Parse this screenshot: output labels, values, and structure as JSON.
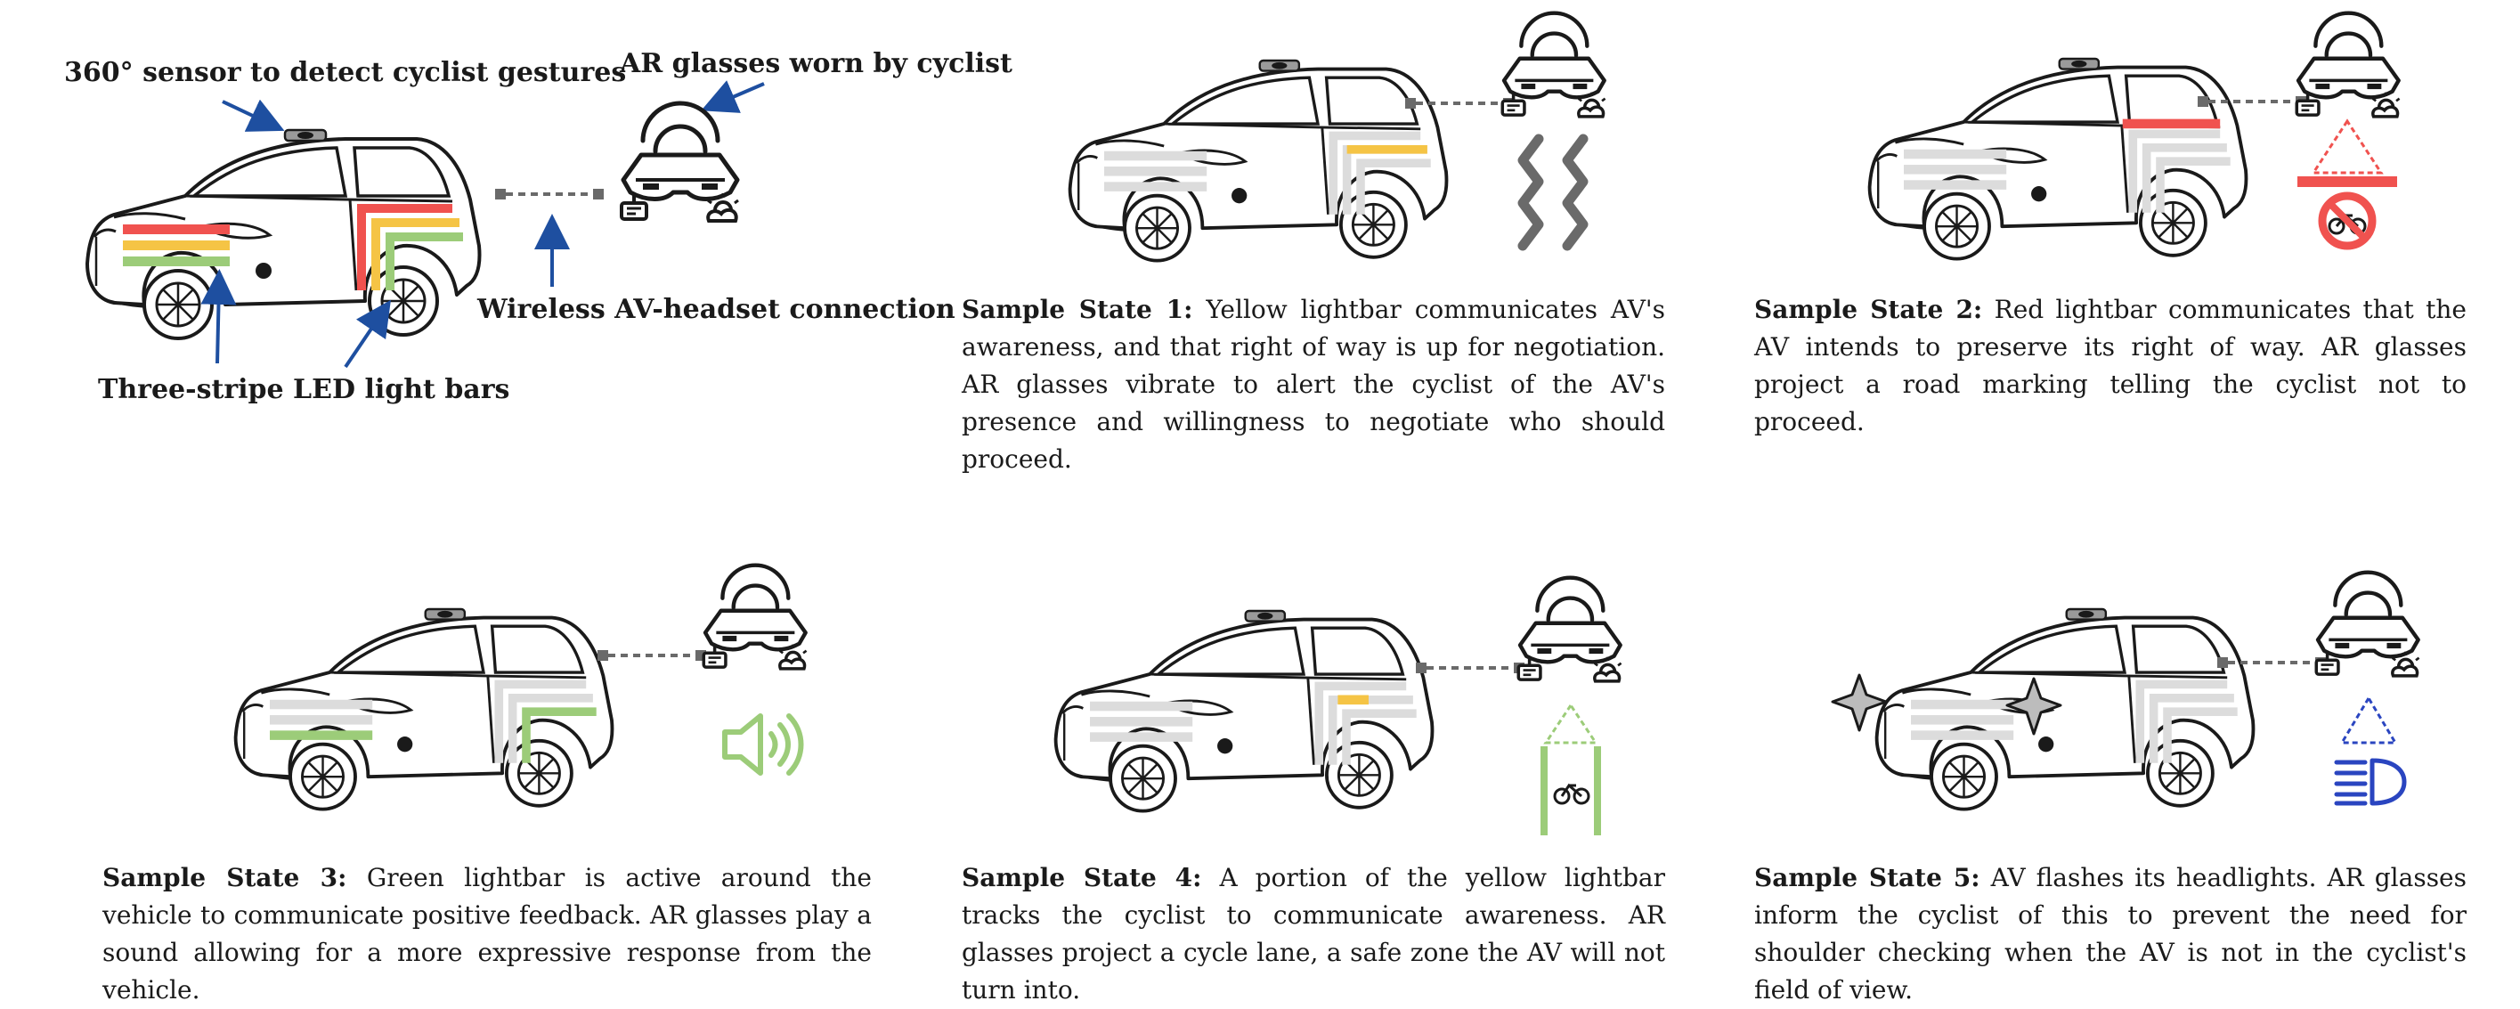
{
  "overview": {
    "label_sensor": "360° sensor to detect cyclist gestures",
    "label_glasses": "AR glasses worn by cyclist",
    "label_wireless": "Wireless AV-headset connection",
    "label_lightbars": "Three-stripe LED light bars"
  },
  "states": [
    {
      "title": "Sample State 1:",
      "text": "Yellow lightbar communicates AV's awareness, and that right of way is up for negotiation. AR glasses vibrate to alert the cyclist of the AV's presence and willingness to negotiate who should proceed.",
      "cue_icon": "vibration-icon"
    },
    {
      "title": "Sample State 2:",
      "text": "Red lightbar communicates that the AV intends to preserve its right of way. AR glasses project a road marking telling the cyclist not to proceed.",
      "cue_icon": "no-bicycle-road-marking-icon"
    },
    {
      "title": "Sample State 3:",
      "text": "Green lightbar is active around the vehicle to communicate positive feedback. AR glasses play a sound allowing for a more expressive response from the vehicle.",
      "cue_icon": "speaker-sound-icon"
    },
    {
      "title": "Sample State 4:",
      "text": "A portion of the yellow lightbar tracks the cyclist to communicate awareness. AR glasses project a cycle lane, a safe zone the AV will not turn into.",
      "cue_icon": "cycle-lane-icon"
    },
    {
      "title": "Sample State 5:",
      "text": "AV flashes its headlights. AR glasses inform the cyclist of this to prevent the need for shoulder checking when the AV is not in the cyclist's field of view.",
      "cue_icon": "headlight-icon"
    }
  ],
  "colors": {
    "red": "#f0524f",
    "yellow": "#f5c445",
    "green": "#9ccc79",
    "gray_bar": "#dcdcdc",
    "arrow": "#1e4fa0",
    "link": "#6a6a6a",
    "outline": "#1a1a1a"
  }
}
